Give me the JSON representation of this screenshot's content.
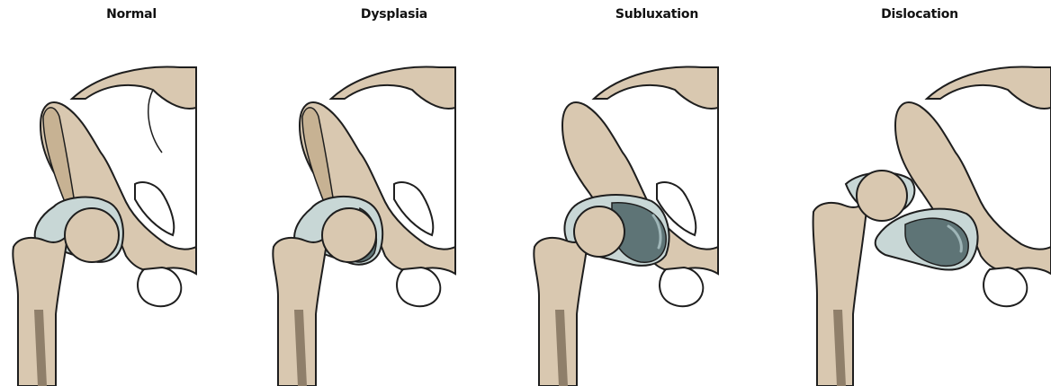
{
  "panels": [
    {
      "title": "Normal"
    },
    {
      "title": "Dysplasia"
    },
    {
      "title": "Subluxation"
    },
    {
      "title": "Dislocation"
    }
  ],
  "colors": {
    "bone": "#d9c8b0",
    "bone_dark": "#c7b293",
    "outline": "#1e1e1e",
    "cartilage": "#c8d7d6",
    "socket_dark": "#5e7476",
    "socket_highlight": "#9fb6b8",
    "marrow": "#8f7f6a"
  }
}
